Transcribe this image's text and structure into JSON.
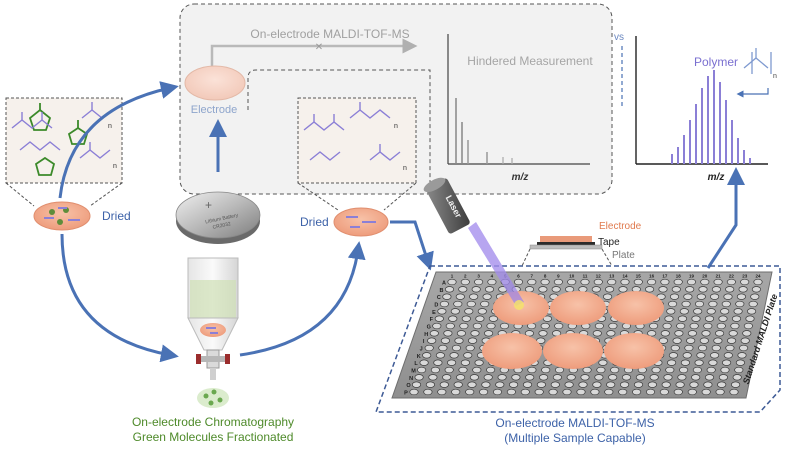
{
  "labels": {
    "top_flow": "On-electrode MALDI-TOF-MS",
    "electrode_disc": "Electrode",
    "hindered": "Hindered Measurement",
    "vs": "vs",
    "polymer": "Polymer",
    "mz_left": "m/z",
    "mz_right": "m/z",
    "dried_left": "Dried",
    "dried_right": "Dried",
    "laser": "Laser",
    "stack_electrode": "Electrode",
    "stack_tape": "Tape",
    "stack_plate": "Plate",
    "plate_side": "Standard MALDI Plate",
    "battery_line1": "Lithium Battery",
    "battery_line2": "CR2032",
    "n_sub": "n",
    "chromatography_line1": "On-electrode Chromatography",
    "chromatography_line2": "Green Molecules Fractionated",
    "maldi_line1": "On-electrode MALDI-TOF-MS",
    "maldi_line2": "(Multiple Sample Capable)"
  },
  "plate_rows": [
    "A",
    "B",
    "C",
    "D",
    "E",
    "F",
    "G",
    "H",
    "I",
    "J",
    "K",
    "L",
    "M",
    "N",
    "O",
    "P"
  ],
  "plate_cols": [
    "1",
    "2",
    "3",
    "4",
    "5",
    "6",
    "7",
    "8",
    "9",
    "10",
    "11",
    "12",
    "13",
    "14",
    "15",
    "16",
    "17",
    "18",
    "19",
    "20",
    "21",
    "22",
    "23",
    "24"
  ],
  "colors": {
    "blue_arrow": "#4a72b5",
    "electrode": "#f0a98a",
    "green_text": "#4e8a2a",
    "blue_text": "#3d62a8",
    "polymer_purple": "#8b7fd6",
    "gray_box": "#f2f2f2"
  }
}
